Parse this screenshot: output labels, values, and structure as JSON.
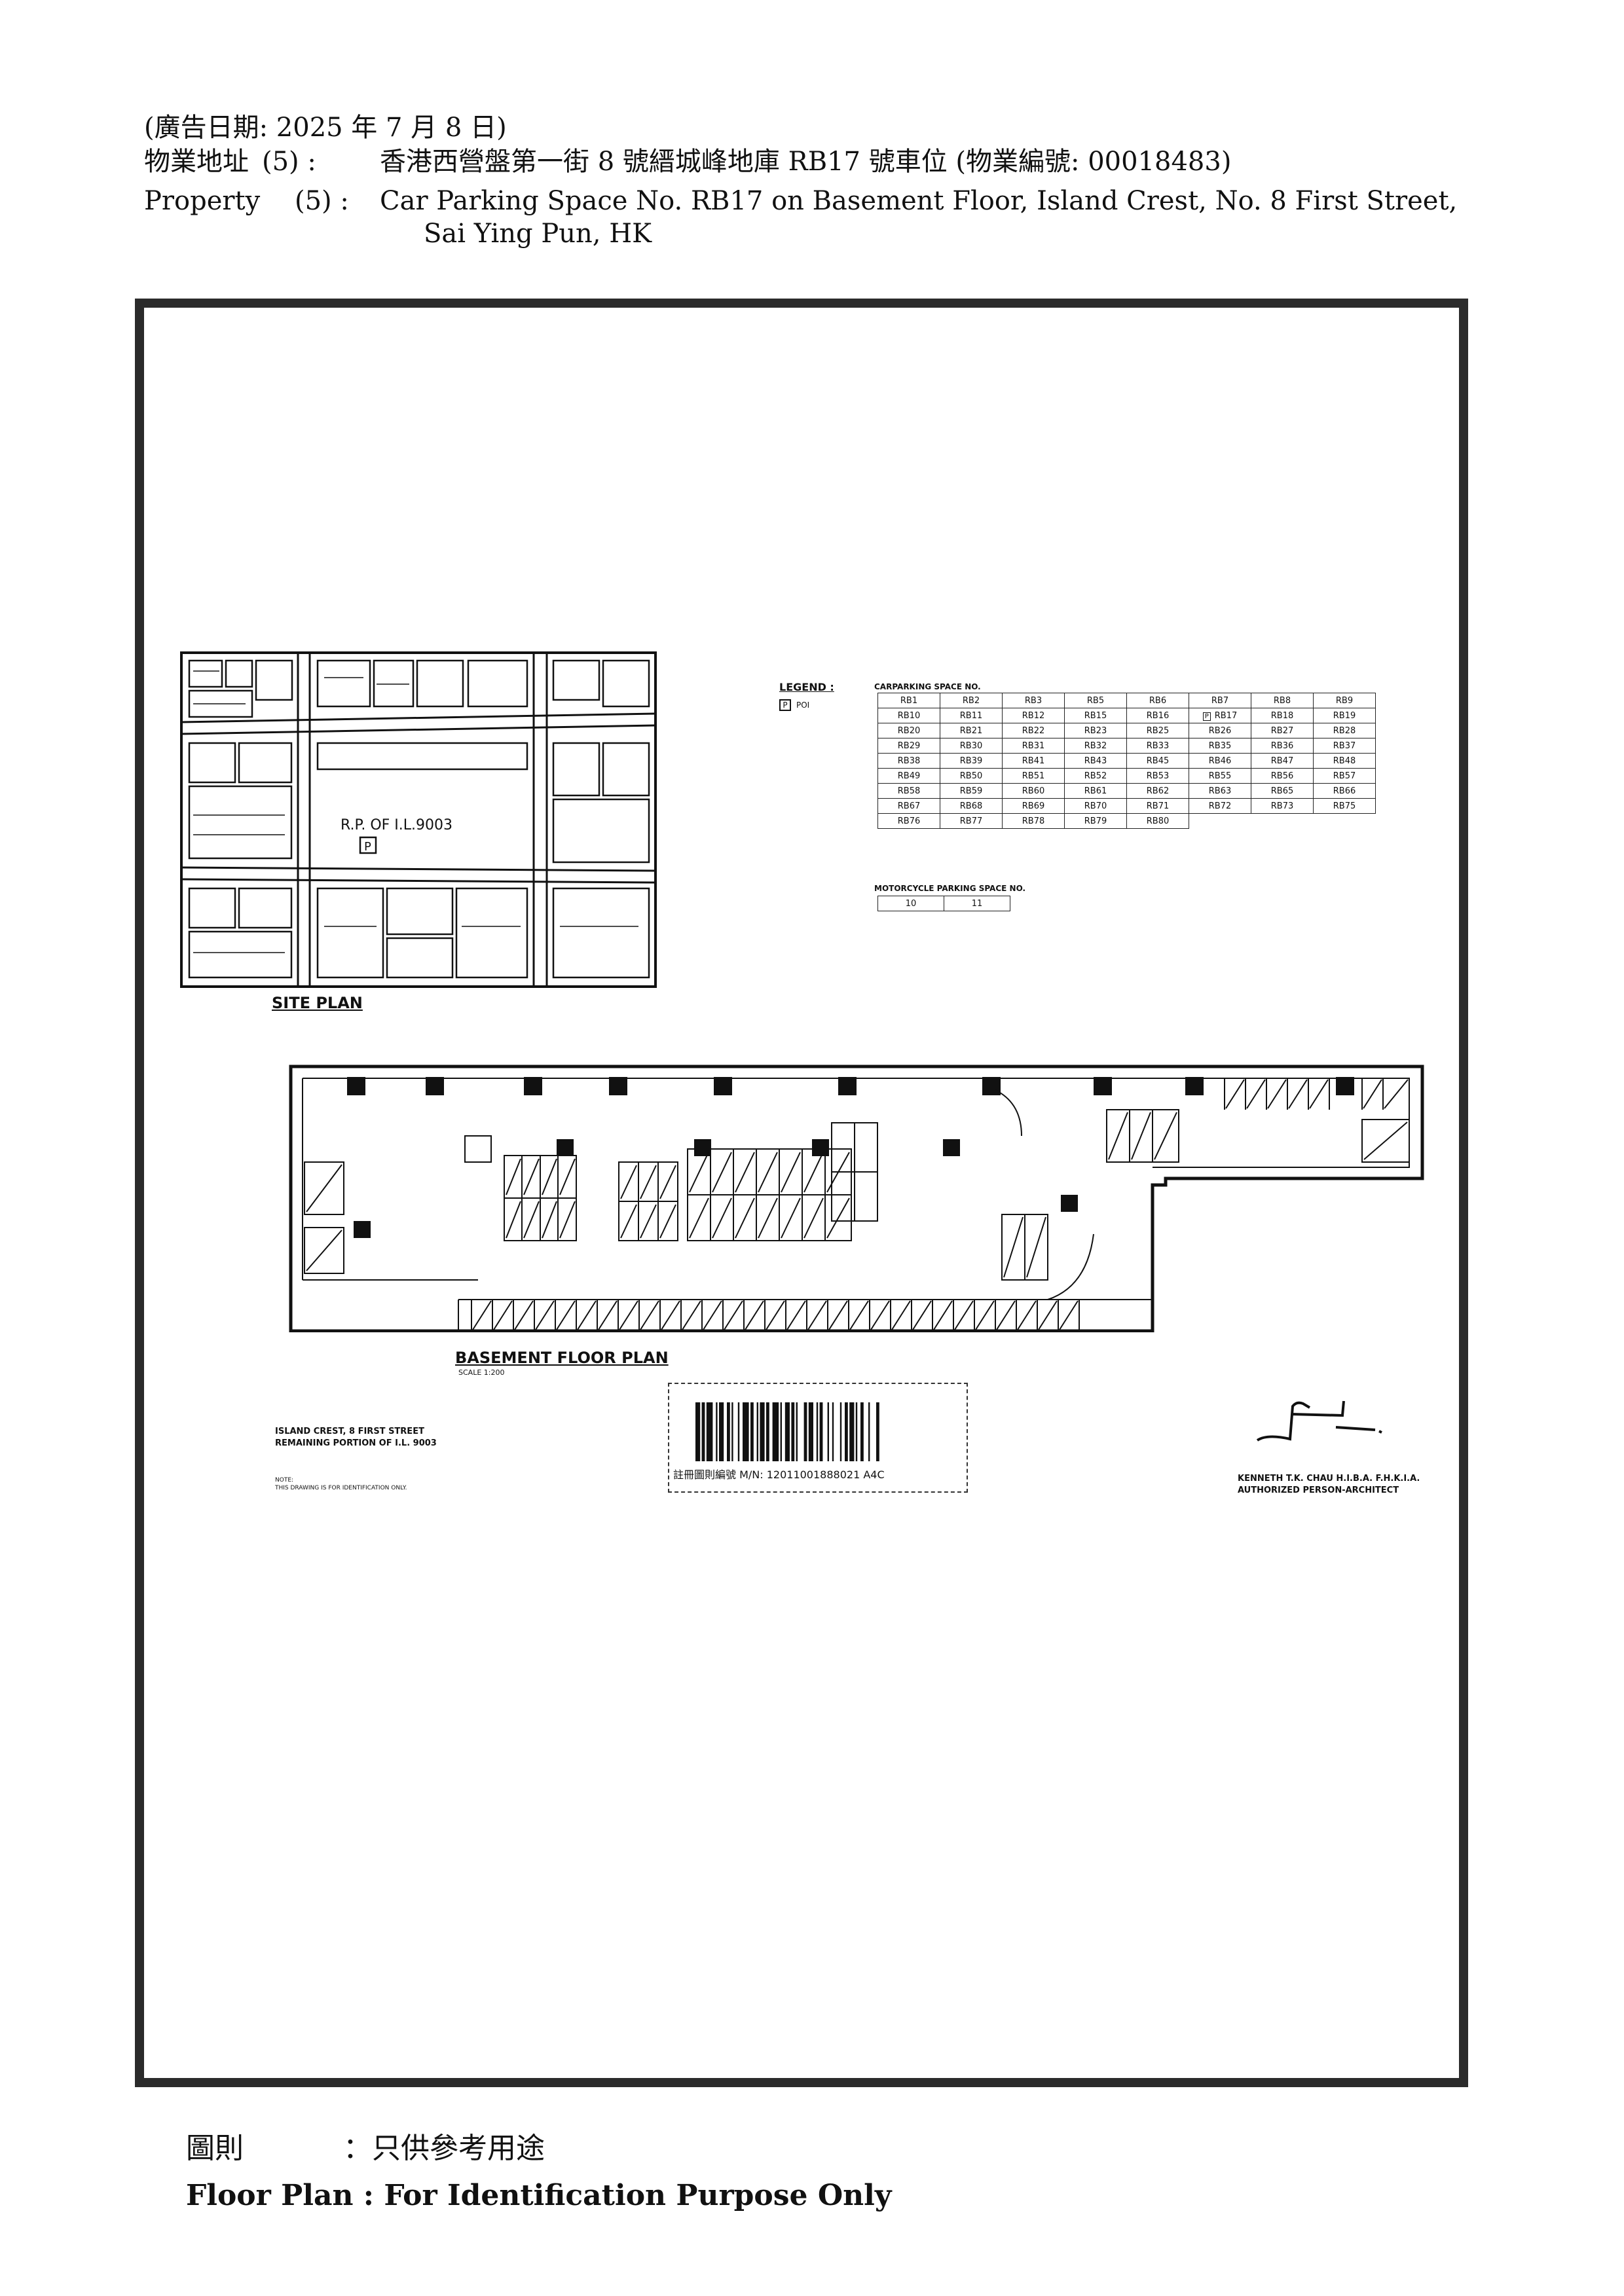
{
  "header": {
    "ad_date": "(廣告日期:   2025 年 7 月 8 日)",
    "address_zh_label": "物業地址",
    "address_zh_no": "(5) :",
    "address_zh": "香港西營盤第一街 8 號縉城峰地庫 RB17 號車位 (物業編號: 00018483)",
    "property_label": "Property",
    "property_no": "(5) :",
    "address_en_line1": "Car Parking Space No. RB17 on Basement Floor, Island Crest, No. 8 First Street,",
    "address_en_line2": "Sai Ying Pun, HK"
  },
  "site_plan": {
    "title": "SITE PLAN",
    "lot_label": "R.P. OF I.L.9003",
    "p_marker": "P"
  },
  "legend": {
    "title": "LEGEND :",
    "p_marker": "P",
    "p_text": "POI",
    "carpark_title": "CARPARKING SPACE NO.",
    "carpark_rows": [
      [
        "RB1",
        "RB2",
        "RB3",
        "RB5",
        "RB6",
        "RB7",
        "RB8",
        "RB9"
      ],
      [
        "RB10",
        "RB11",
        "RB12",
        "RB15",
        "RB16",
        "RB17",
        "RB18",
        "RB19"
      ],
      [
        "RB20",
        "RB21",
        "RB22",
        "RB23",
        "RB25",
        "RB26",
        "RB27",
        "RB28"
      ],
      [
        "RB29",
        "RB30",
        "RB31",
        "RB32",
        "RB33",
        "RB35",
        "RB36",
        "RB37"
      ],
      [
        "RB38",
        "RB39",
        "RB41",
        "RB43",
        "RB45",
        "RB46",
        "RB47",
        "RB48"
      ],
      [
        "RB49",
        "RB50",
        "RB51",
        "RB52",
        "RB53",
        "RB55",
        "RB56",
        "RB57"
      ],
      [
        "RB58",
        "RB59",
        "RB60",
        "RB61",
        "RB62",
        "RB63",
        "RB65",
        "RB66"
      ],
      [
        "RB67",
        "RB68",
        "RB69",
        "RB70",
        "RB71",
        "RB72",
        "RB73",
        "RB75"
      ],
      [
        "RB76",
        "RB77",
        "RB78",
        "RB79",
        "RB80",
        "",
        "",
        ""
      ]
    ],
    "motorcycle_title": "MOTORCYCLE PARKING SPACE NO.",
    "motorcycle": [
      "10",
      "11"
    ]
  },
  "basement": {
    "title": "BASEMENT FLOOR PLAN",
    "scale": "SCALE 1:200"
  },
  "project": {
    "line1": "ISLAND CREST, 8 FIRST STREET",
    "line2": "REMAINING PORTION OF I.L. 9003",
    "note_label": "NOTE:",
    "note": "THIS DRAWING IS FOR IDENTIFICATION ONLY."
  },
  "barcode": {
    "text": "註冊圖則編號 M/N: 12011001888021   A4C"
  },
  "architect": {
    "line1": "KENNETH T.K. CHAU H.I.B.A. F.H.K.I.A.",
    "line2": "AUTHORIZED PERSON-ARCHITECT"
  },
  "footer": {
    "zh_label": "圖則",
    "zh_text": "：只供參考用途",
    "en_text": "Floor Plan : For Identification Purpose Only"
  }
}
